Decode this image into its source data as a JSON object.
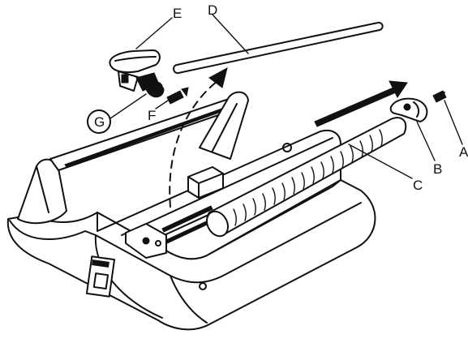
{
  "labels": {
    "a": "A",
    "b": "B",
    "c": "C",
    "d": "D",
    "e": "E",
    "f": "F",
    "g": "G"
  },
  "colors": {
    "ink": "#111111",
    "paper": "#ffffff"
  }
}
